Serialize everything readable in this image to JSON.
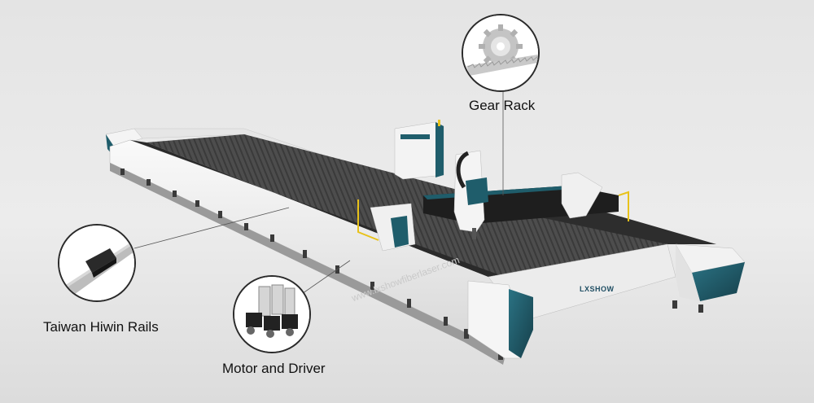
{
  "callouts": {
    "gear_rack": "Gear Rack",
    "hiwin_rails": "Taiwan Hiwin Rails",
    "motor_driver": "Motor and Driver"
  },
  "brand": "LXSHOW",
  "watermark": "www.lxshowfiberlaser.com",
  "colors": {
    "background": "#e8e8e8",
    "machine_body": "#f2f2f2",
    "accent_teal": "#1f5d6b",
    "bed_dark": "#4a4a4a",
    "beam_dark": "#262626",
    "guard_yellow": "#e8c21a"
  }
}
